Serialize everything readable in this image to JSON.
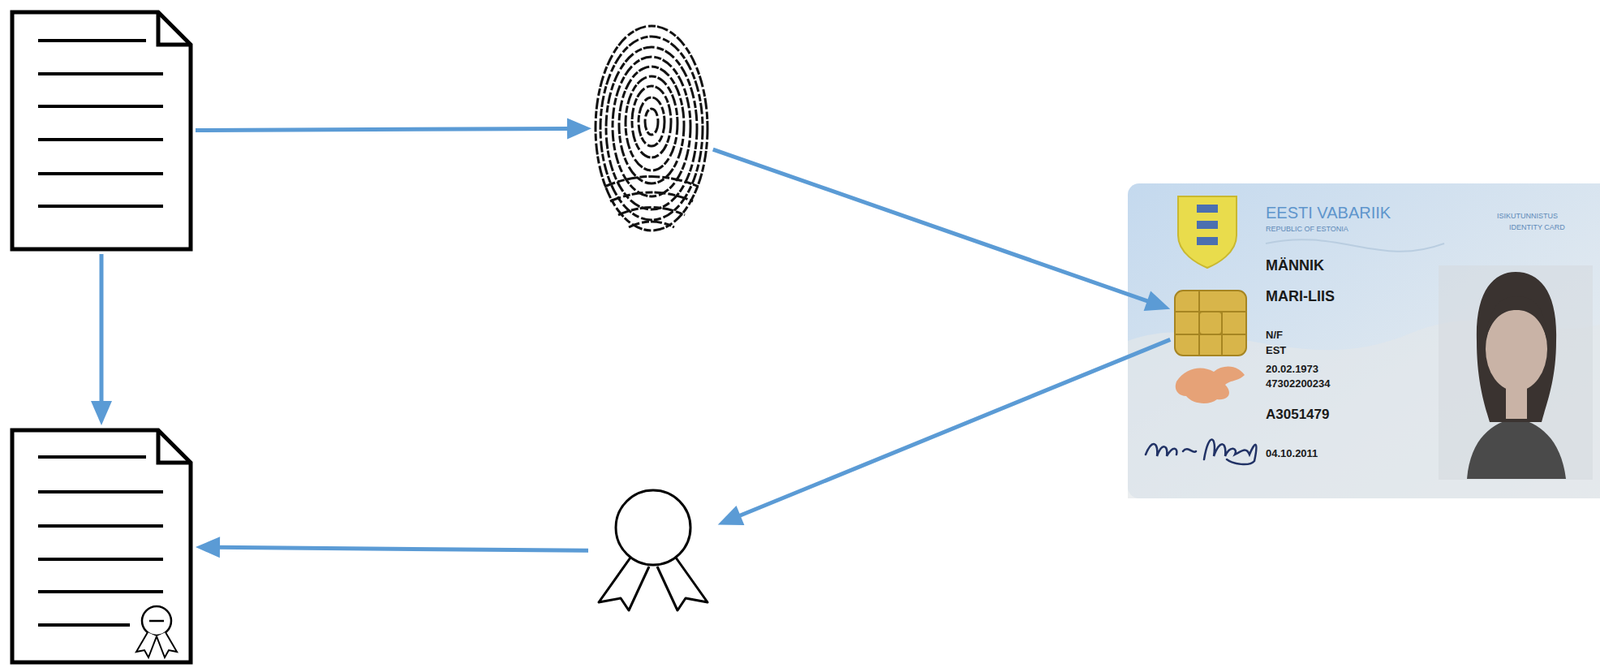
{
  "diagram": {
    "nodes": [
      {
        "text": []
      },
      {
        "text": []
      },
      {
        "text": [
          "EESTI VABARIIK",
          "REPUBLIC OF ESTONIA",
          "ISIKUTUNNISTUS",
          "IDENTITY CARD",
          "MÄNNIK",
          "MARI-LIIS",
          "N/F",
          "EST",
          "20.02.1973",
          "47302200234",
          "A3051479",
          "04.10.2011"
        ]
      },
      {
        "text": [],
        "in": 2
      },
      {
        "text": []
      },
      {
        "text": []
      }
    ],
    "edges": [
      {
        "from": 0,
        "to": 1,
        "arrow": "to"
      },
      {
        "from": 1,
        "to": 3,
        "arrow": "to"
      },
      {
        "from": 3,
        "to": 4,
        "arrow": "to"
      },
      {
        "from": 4,
        "to": 5,
        "arrow": "to"
      },
      {
        "from": 0,
        "to": 5,
        "arrow": "to"
      }
    ]
  }
}
